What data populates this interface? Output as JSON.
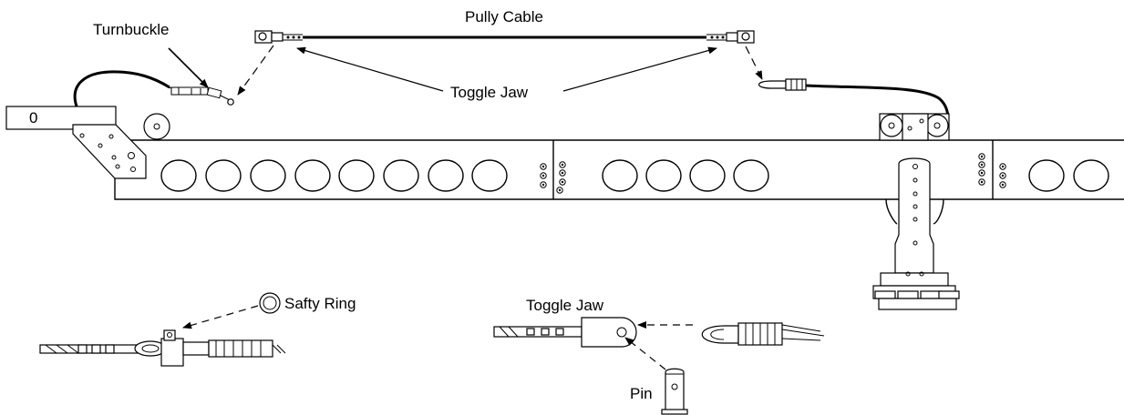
{
  "labels": {
    "pully_cable": "Pully Cable",
    "turnbuckle": "Turnbuckle",
    "toggle_jaw_top": "Toggle Jaw",
    "safty_ring": "Safty Ring",
    "toggle_jaw_detail": "Toggle Jaw",
    "pin": "Pin",
    "block_mark": "0"
  },
  "colors": {
    "line": "#000000",
    "background": "#ffffff"
  }
}
